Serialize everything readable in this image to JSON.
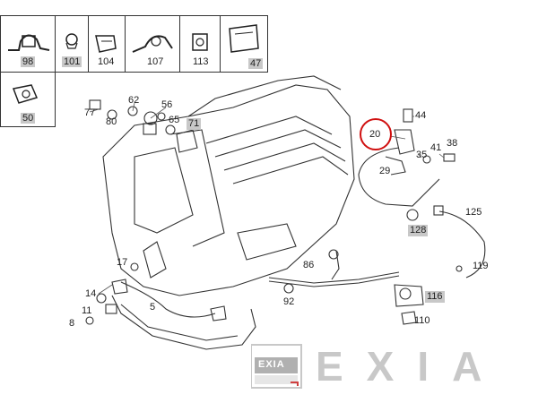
{
  "header_boxes": [
    {
      "number": "98",
      "highlight": true
    },
    {
      "number": "101",
      "highlight": true
    },
    {
      "number": "104",
      "highlight": false
    },
    {
      "number": "107",
      "highlight": false
    },
    {
      "number": "113",
      "highlight": false
    },
    {
      "number": "47",
      "highlight": true
    }
  ],
  "side_box": {
    "number": "50",
    "highlight": true
  },
  "callouts": [
    {
      "id": "77",
      "highlight": false
    },
    {
      "id": "80",
      "highlight": false
    },
    {
      "id": "62",
      "highlight": false
    },
    {
      "id": "56",
      "highlight": false
    },
    {
      "id": "65",
      "highlight": false
    },
    {
      "id": "71",
      "highlight": true
    },
    {
      "id": "44",
      "highlight": false
    },
    {
      "id": "20",
      "highlight": false
    },
    {
      "id": "35",
      "highlight": false
    },
    {
      "id": "41",
      "highlight": false
    },
    {
      "id": "38",
      "highlight": false
    },
    {
      "id": "29",
      "highlight": false
    },
    {
      "id": "125",
      "highlight": false
    },
    {
      "id": "128",
      "highlight": true
    },
    {
      "id": "17",
      "highlight": false
    },
    {
      "id": "86",
      "highlight": false
    },
    {
      "id": "119",
      "highlight": false
    },
    {
      "id": "14",
      "highlight": false
    },
    {
      "id": "5",
      "highlight": false
    },
    {
      "id": "92",
      "highlight": false
    },
    {
      "id": "116",
      "highlight": true
    },
    {
      "id": "11",
      "highlight": false
    },
    {
      "id": "8",
      "highlight": false
    },
    {
      "id": "110",
      "highlight": false
    }
  ],
  "logo": {
    "small_text": "EXIA",
    "large_text": "EXIA",
    "color": "#c8c8c8",
    "accent": "#d04040"
  },
  "highlight_circle": {
    "target": "20",
    "color": "#d01010"
  },
  "colors": {
    "line": "#333333",
    "highlight_bg": "#c8c8c8"
  }
}
